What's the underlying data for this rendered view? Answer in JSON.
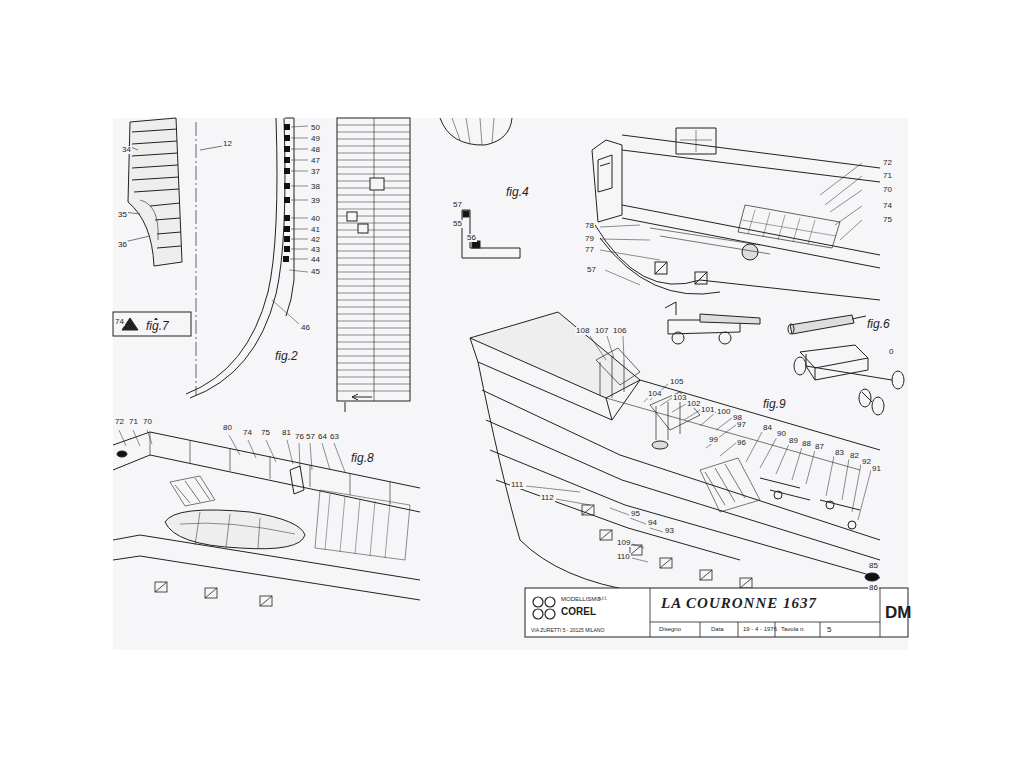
{
  "diagram": {
    "labels": [
      "34",
      "35",
      "36",
      "12",
      "74",
      "fig.7",
      "50",
      "49",
      "48",
      "47",
      "37",
      "38",
      "39",
      "40",
      "41",
      "42",
      "43",
      "44",
      "45",
      "46",
      "fig.2",
      "fig.4",
      "57",
      "55",
      "56",
      "72",
      "71",
      "70",
      "74",
      "75",
      "78",
      "79",
      "77",
      "57",
      "fig.6",
      "0",
      "108",
      "107",
      "106",
      "105",
      "104",
      "103",
      "102",
      "101",
      "100",
      "98",
      "fig.9",
      "97",
      "99",
      "96",
      "84",
      "90",
      "89",
      "88",
      "87",
      "83",
      "82",
      "92",
      "91",
      "111",
      "112",
      "95",
      "94",
      "93",
      "109",
      "110",
      "85",
      "86",
      "72",
      "71",
      "70",
      "80",
      "74",
      "75",
      "81",
      "76",
      "57",
      "64",
      "63",
      "fig.8",
      "MODELLISMO",
      "COREL",
      "s.r.l.",
      "VIA ZURETTI 5 - 20125 MILANO",
      "LA COURONNE 1637",
      "Disegno",
      "Data",
      "19 - 4 - 1976",
      "Tavola n.",
      "5",
      "DM"
    ]
  }
}
